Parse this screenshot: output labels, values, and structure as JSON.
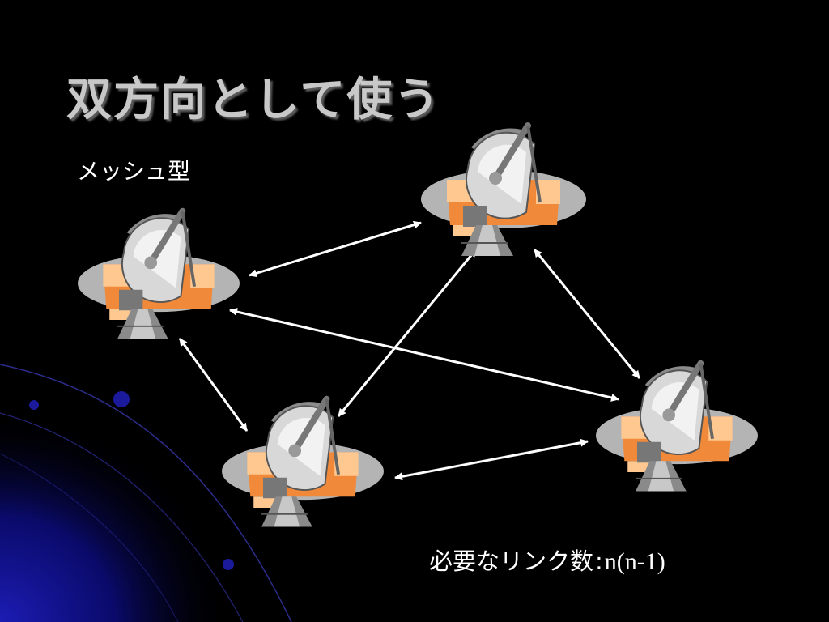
{
  "slide": {
    "title": "双方向として使う",
    "subtitle": "メッシュ型",
    "formula_label": "必要なリンク数",
    "formula_sep": ":",
    "formula_expr": "n(n-1)"
  },
  "colors": {
    "background": "#000000",
    "accent_blue": "#1a1aa0",
    "arrow": "#ffffff",
    "dish_orange": "#f08a3a",
    "dish_gray": "#b4b4b4"
  },
  "diagram": {
    "nodes": [
      {
        "id": "node-top"
      },
      {
        "id": "node-left"
      },
      {
        "id": "node-bottom"
      },
      {
        "id": "node-right"
      }
    ],
    "links": [
      {
        "from": "node-left",
        "to": "node-top",
        "bidirectional": true
      },
      {
        "from": "node-left",
        "to": "node-bottom",
        "bidirectional": true
      },
      {
        "from": "node-left",
        "to": "node-right",
        "bidirectional": true
      },
      {
        "from": "node-bottom",
        "to": "node-top",
        "bidirectional": true
      },
      {
        "from": "node-top",
        "to": "node-right",
        "bidirectional": true
      },
      {
        "from": "node-bottom",
        "to": "node-right",
        "bidirectional": true
      }
    ],
    "icon": "satellite-dish-icon"
  }
}
